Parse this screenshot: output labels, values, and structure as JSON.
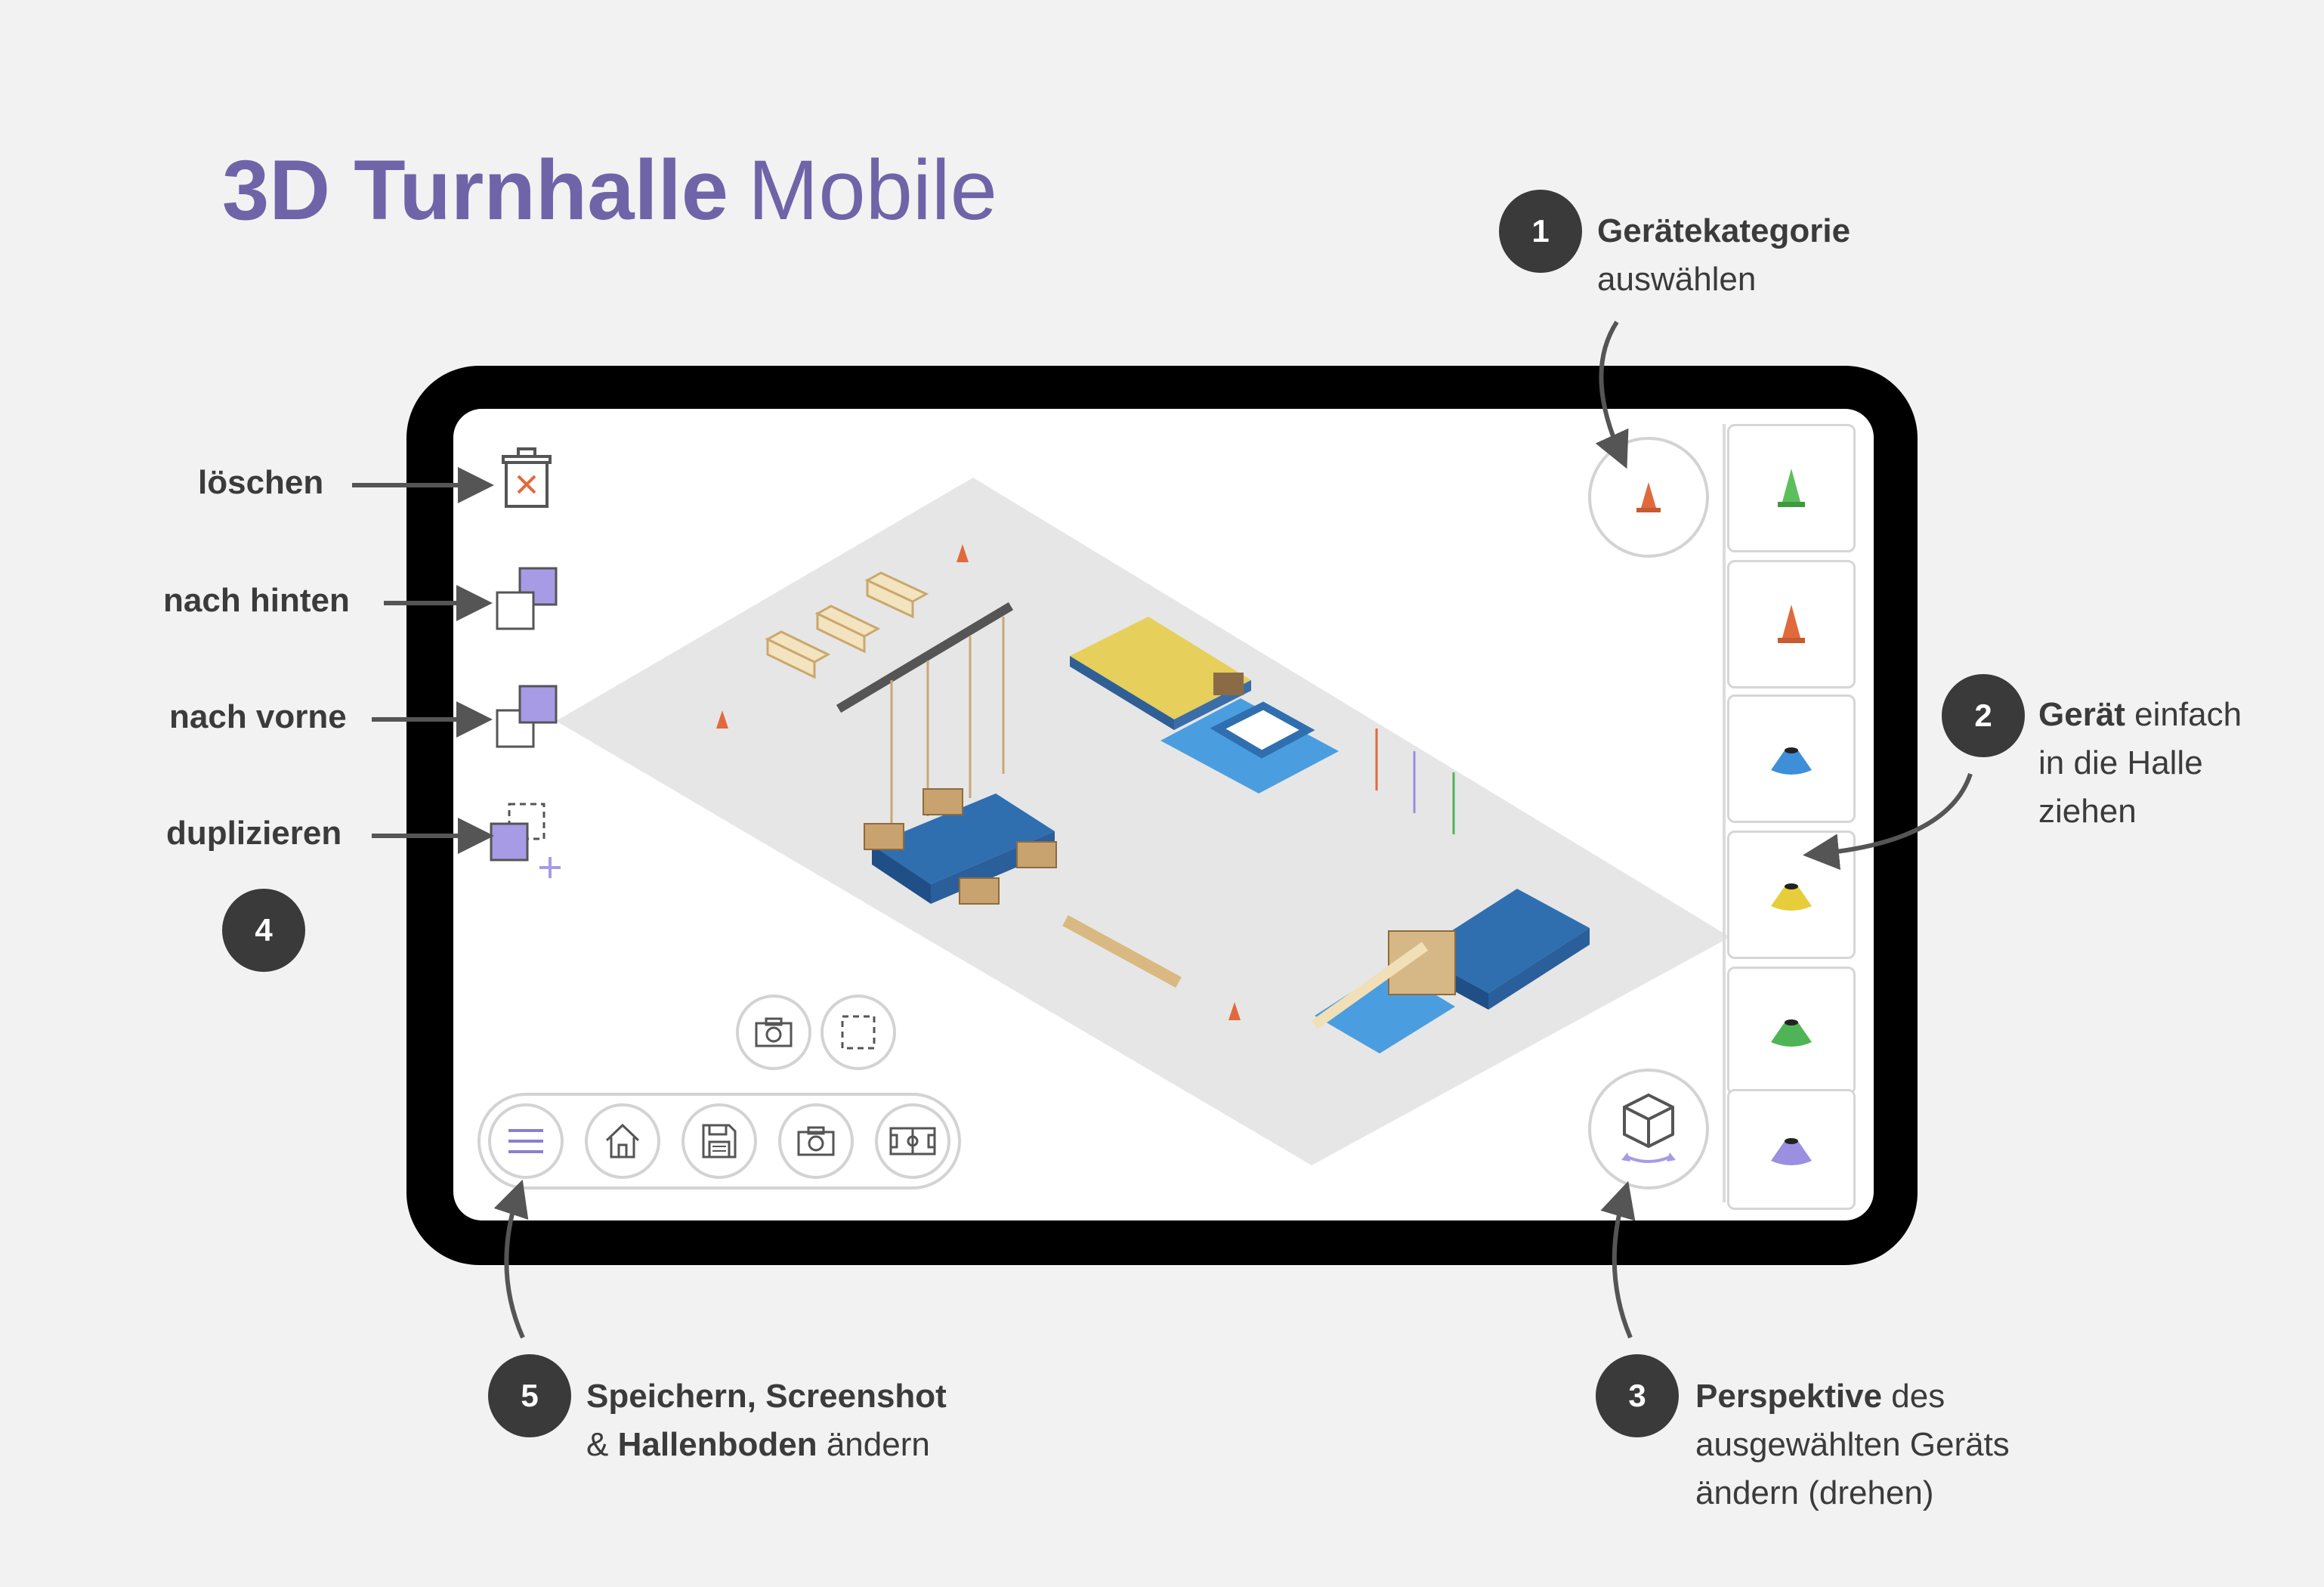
{
  "title": {
    "bold": "3D Turnhalle",
    "light": "Mobile"
  },
  "annotations": {
    "a1": {
      "number": "1",
      "bold": "Gerätekategorie",
      "rest": "auswählen"
    },
    "a2": {
      "number": "2",
      "bold": "Gerät",
      "rest1": " einfach",
      "line2": "in die Halle",
      "line3": "ziehen"
    },
    "a3": {
      "number": "3",
      "bold": "Perspektive",
      "rest1": " des",
      "line2": "ausgewählten Geräts",
      "line3": "ändern (drehen)"
    },
    "a4": {
      "number": "4"
    },
    "a5": {
      "number": "5",
      "bold1": "Speichern, Screenshot",
      "amp": "& ",
      "bold2": "Hallenboden",
      "rest": " ändern"
    }
  },
  "left_tools": {
    "delete_label": "löschen",
    "send_back_label": "nach hinten",
    "bring_front_label": "nach vorne",
    "duplicate_label": "duplizieren"
  },
  "equipment_tiles": [
    {
      "icon": "cone-icon",
      "color": "#5cbf5c"
    },
    {
      "icon": "cone-icon",
      "color": "#e06a3c"
    },
    {
      "icon": "marker-disc-icon",
      "color": "#3e8fd8"
    },
    {
      "icon": "marker-disc-icon",
      "color": "#e8cd3a"
    },
    {
      "icon": "marker-disc-icon",
      "color": "#4fb456"
    },
    {
      "icon": "marker-disc-icon",
      "color": "#9a8fe0"
    }
  ],
  "colors": {
    "accent": "#6f64a8",
    "tool_purple": "#a79be6",
    "mat_blue": "#2f6fb0",
    "mat_light_blue": "#4a9ee0",
    "mat_yellow": "#e6cf5a",
    "cone_orange": "#e06a3c",
    "wood": "#e8d2a6"
  }
}
